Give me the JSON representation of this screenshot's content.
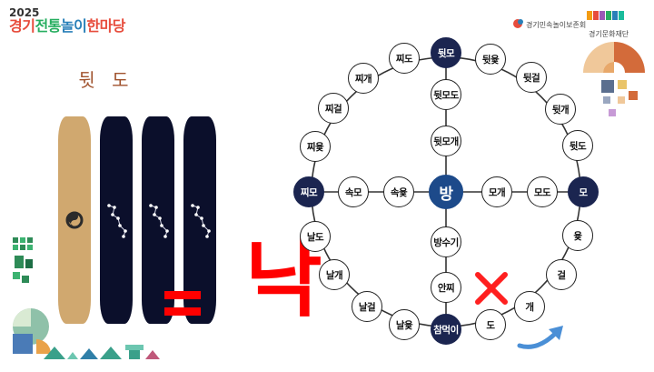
{
  "event": {
    "year": "2025",
    "name_segments": [
      "경기",
      "전통",
      "놀이",
      "한마당"
    ]
  },
  "organizers": [
    "경기민속놀이보존회",
    "경기문화재단"
  ],
  "move_title": "뒷 도",
  "result_char": "낙",
  "board": {
    "center": "방",
    "corners": {
      "top": "뒷모",
      "left": "찌모",
      "right": "모",
      "bottom": "참먹이"
    },
    "right_top_arc": [
      "뒷윷",
      "뒷걸",
      "뒷개",
      "뒷도"
    ],
    "left_top_arc": [
      "찌도",
      "찌개",
      "찌걸",
      "찌윷"
    ],
    "left_bottom_arc": [
      "날도",
      "날개",
      "날걸",
      "날윷"
    ],
    "right_bottom_arc": [
      "윷",
      "걸",
      "개",
      "도"
    ],
    "vertical_upper": [
      "뒷모도",
      "뒷모개"
    ],
    "vertical_lower": [
      "방수기",
      "안찌"
    ],
    "horizontal_left": [
      "속모",
      "속윷"
    ],
    "horizontal_right": [
      "모개",
      "모도"
    ]
  },
  "colors": {
    "stick_back": "#d0a86f",
    "stick_front": "#0b0f2b",
    "corner_node": "#1b2550",
    "center_node": "#1d4a8a",
    "result_red": "#ff0000",
    "arrow_blue": "#4a8fd6"
  },
  "icons": {
    "stick_symbol": "taeguk-icon",
    "constellation": "big-dipper-icon",
    "fail": "x-mark-icon",
    "direction": "curved-arrow-icon"
  }
}
